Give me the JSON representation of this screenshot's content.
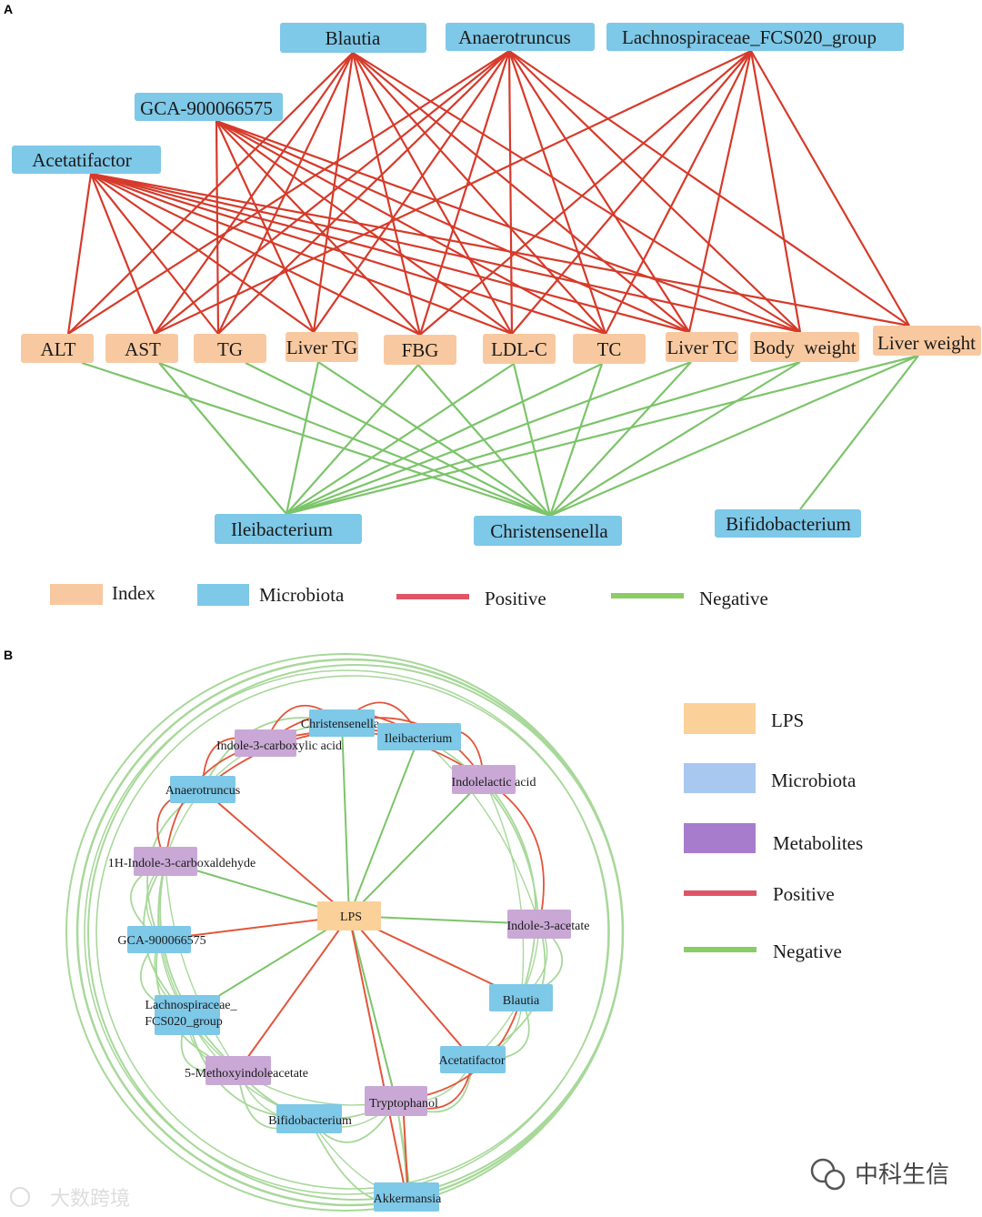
{
  "panels": [
    {
      "letter": "A",
      "microbiota_top": [
        "Blautia",
        "Anaerotruncus",
        "Lachnospiraceae_FCS020_group",
        "GCA-900066575",
        "Acetatifactor"
      ],
      "indices": [
        "ALT",
        "AST",
        "TG",
        "Liver TG",
        "FBG",
        "LDL-C",
        "TC",
        "Liver TC",
        "Body  weight",
        "Liver weight"
      ],
      "microbiota_bottom": [
        "Ileibacterium",
        "Christensenella",
        "Bifidobacterium"
      ],
      "legend": {
        "index": "Index",
        "microbiota": "Microbiota",
        "positive": "Positive",
        "negative": "Negative"
      }
    },
    {
      "letter": "B",
      "center": "LPS",
      "ring_nodes": [
        {
          "label": "Christensenella",
          "kind": "microbiota"
        },
        {
          "label": "Ileibacterium",
          "kind": "microbiota"
        },
        {
          "label": "Indole-3-carboxylic acid",
          "kind": "metabolite"
        },
        {
          "label": "Indolelactic acid",
          "kind": "metabolite"
        },
        {
          "label": "Anaerotruncus",
          "kind": "microbiota"
        },
        {
          "label": "1H-Indole-3-carboxaldehyde",
          "kind": "metabolite"
        },
        {
          "label": "Indole-3-acetate",
          "kind": "metabolite"
        },
        {
          "label": "GCA-900066575",
          "kind": "microbiota"
        },
        {
          "label": "Blautia",
          "kind": "microbiota"
        },
        {
          "label": "Lachnospiraceae_",
          "label2": "FCS020_group",
          "kind": "microbiota"
        },
        {
          "label": "Acetatifactor",
          "kind": "microbiota"
        },
        {
          "label": "5-Methoxyindoleacetate",
          "kind": "metabolite"
        },
        {
          "label": "Tryptophanol",
          "kind": "metabolite"
        },
        {
          "label": "Bifidobacterium",
          "kind": "microbiota"
        },
        {
          "label": "Akkermansia",
          "kind": "microbiota"
        }
      ],
      "legend": {
        "lps": "LPS",
        "microbiota": "Microbiota",
        "metabolites": "Metabolites",
        "positive": "Positive",
        "negative": "Negative"
      }
    }
  ],
  "colors": {
    "microbiota": "#7ec8e8",
    "index": "#f8c9a0",
    "metabolite": "#c9a8d6",
    "positive": "#d63a2a",
    "negative": "#7cc46a",
    "negative_light": "#a8d89a",
    "positive_b": "#e2553a"
  },
  "watermark": {
    "text": "中科生信",
    "text2": "大数跨境"
  }
}
